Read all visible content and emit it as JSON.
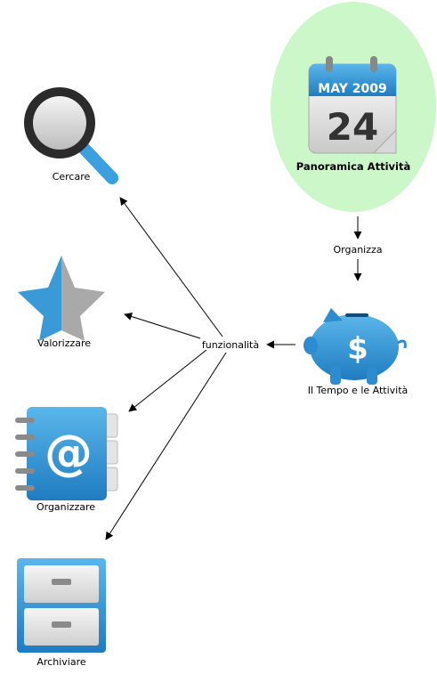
{
  "calendar": {
    "month_year": "MAY 2009",
    "day": "24"
  },
  "nodes": {
    "overview": "Panoramica Attività",
    "organizza": "Organizza",
    "tempo": "Il Tempo e le Attività",
    "funzionalita": "funzionalità",
    "cercare": "Cercare",
    "valorizzare": "Valorizzare",
    "organizzare": "Organizzare",
    "archiviare": "Archiviare"
  },
  "icons": {
    "search": "magnifier-icon",
    "star": "star-icon",
    "addressbook": "address-book-icon",
    "cabinet": "filing-cabinet-icon",
    "piggy": "piggy-bank-icon",
    "calendar": "calendar-icon",
    "piggy_symbol": "$"
  },
  "colors": {
    "ellipse": "#ccf7c8",
    "blue": "#3a9ad8",
    "dark_blue": "#1b6fae"
  }
}
